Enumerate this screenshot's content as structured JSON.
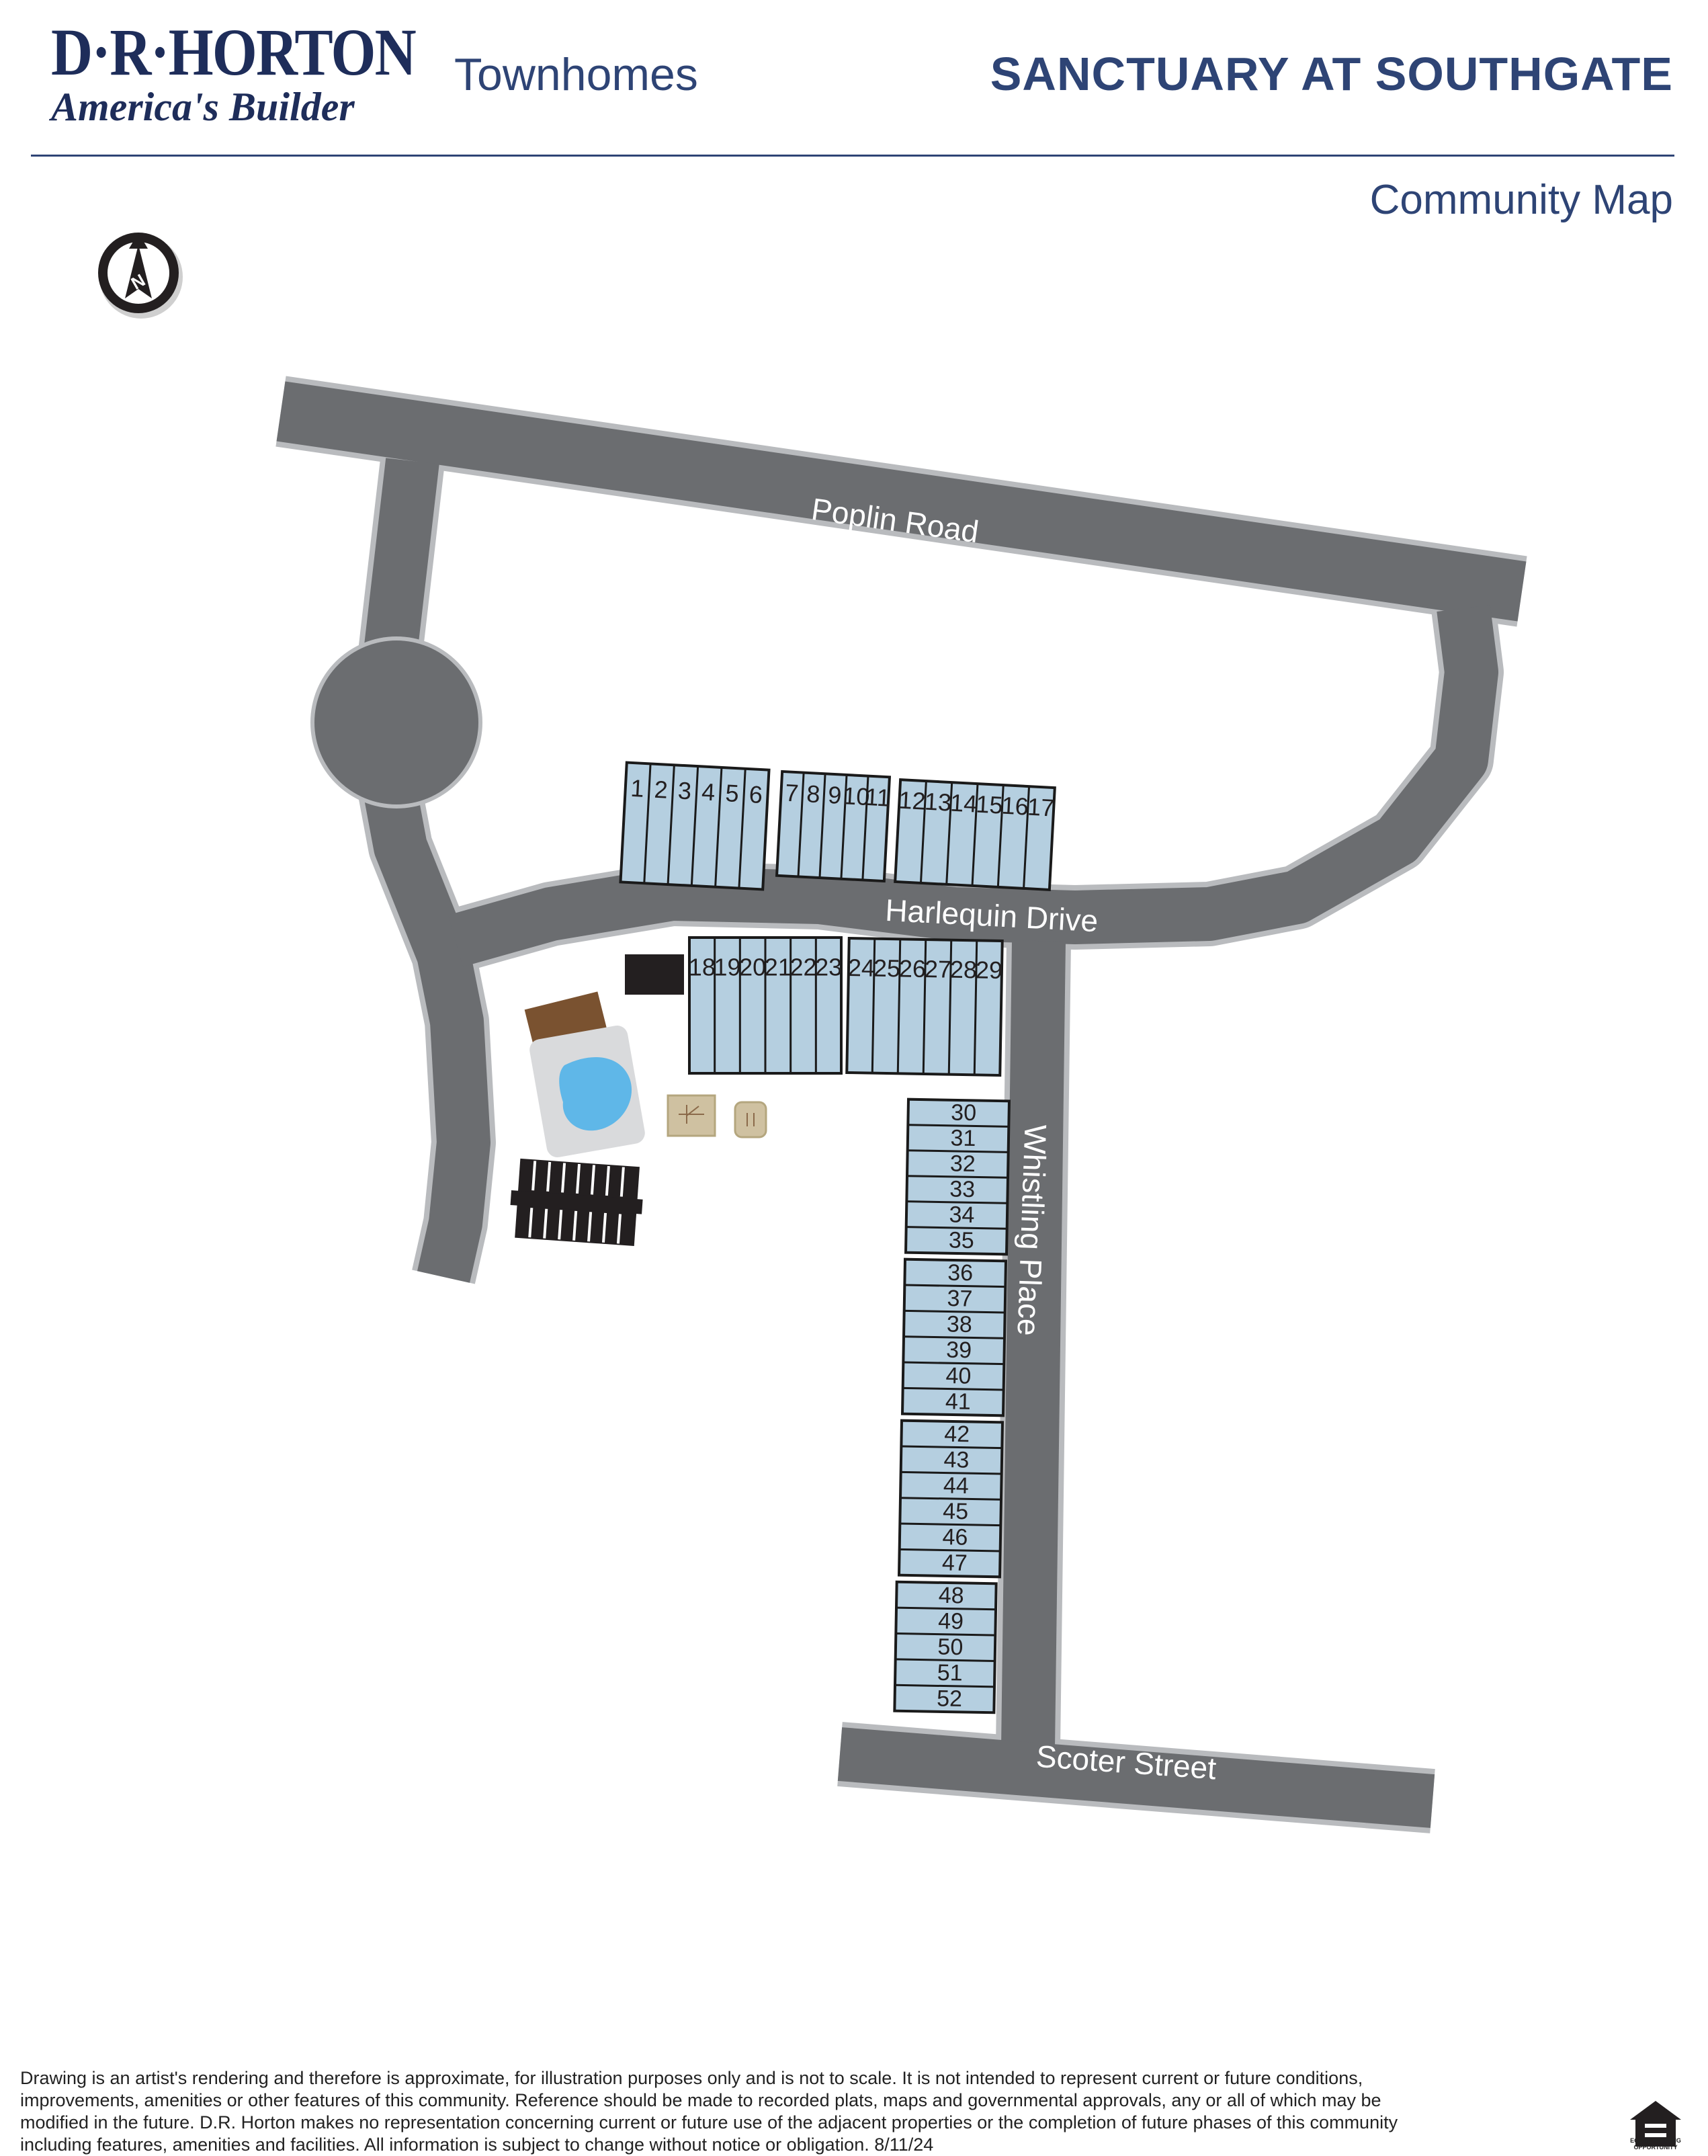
{
  "header": {
    "brand": "D·R·HORTON",
    "tagline": "America's Builder",
    "product": "Townhomes",
    "community": "SANCTUARY AT SOUTHGATE",
    "map_title": "Community Map"
  },
  "map": {
    "streets": [
      {
        "id": "poplin",
        "name": "Poplin Road"
      },
      {
        "id": "harlequin",
        "name": "Harlequin Drive"
      },
      {
        "id": "whistling",
        "name": "Whistling Place"
      },
      {
        "id": "scoter",
        "name": "Scoter Street"
      }
    ],
    "lots": [
      "1",
      "2",
      "3",
      "4",
      "5",
      "6",
      "7",
      "8",
      "9",
      "10",
      "11",
      "12",
      "13",
      "14",
      "15",
      "16",
      "17",
      "18",
      "19",
      "20",
      "21",
      "22",
      "23",
      "24",
      "25",
      "26",
      "27",
      "28",
      "29",
      "30",
      "31",
      "32",
      "33",
      "34",
      "35",
      "36",
      "37",
      "38",
      "39",
      "40",
      "41",
      "42",
      "43",
      "44",
      "45",
      "46",
      "47",
      "48",
      "49",
      "50",
      "51",
      "52"
    ],
    "colors": {
      "road": "#6b6d70",
      "road_edge": "#b9bbbe",
      "lot": "#b5cfe0",
      "lot_line": "#1a1a1a",
      "pool": "#5fb7e8",
      "pool_deck": "#d9dadc",
      "pavilion": "#7a5230",
      "building": "#231f20",
      "amenity": "#cfc1a1",
      "brand": "#1e2d5a"
    },
    "compass_icon": "north-arrow-icon",
    "equal_housing_icon": "equal-housing-opportunity-icon"
  },
  "footer": {
    "disclaimer": "Drawing is an artist's rendering and therefore is approximate, for illustration purposes only and is not to scale. It is not intended to represent current or future conditions, improvements, amenities or other features of this community. Reference should be made to recorded plats, maps and governmental approvals, any or all of which may be modified in the future. D.R. Horton makes no representation concerning current or future use of the adjacent properties or the completion of future phases of this community including features, amenities and facilities. All information is subject to change without notice or obligation. 8/11/24",
    "equal_housing_label": "EQUAL HOUSING OPPORTUNITY"
  }
}
